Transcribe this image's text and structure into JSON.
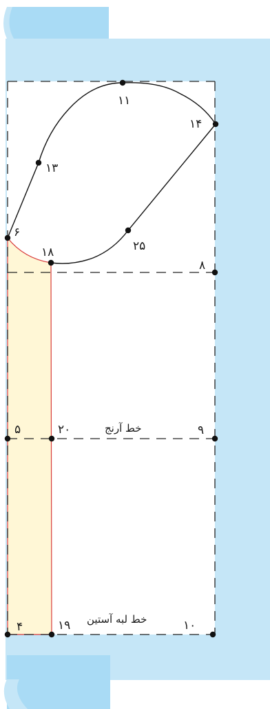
{
  "colors": {
    "paper": "#c5e6f7",
    "paper_dark": "#a9dbf5",
    "sheet": "#ffffff",
    "outline": "#222222",
    "highlight_fill": "#fff7d6",
    "highlight_stroke": "#d83a3a",
    "point": "#111111"
  },
  "points": {
    "p11": "۱۱",
    "p14": "۱۴",
    "p13": "۱۳",
    "p6": "۶",
    "p18": "۱۸",
    "p25": "۲۵",
    "p8": "۸",
    "p5": "۵",
    "p20": "۲۰",
    "p9": "۹",
    "p4": "۴",
    "p19": "۱۹",
    "p10": "۱۰"
  },
  "lines": {
    "elbow_line": "خط آرنج",
    "sleeve_hem_line": "خط لبه آستین"
  }
}
